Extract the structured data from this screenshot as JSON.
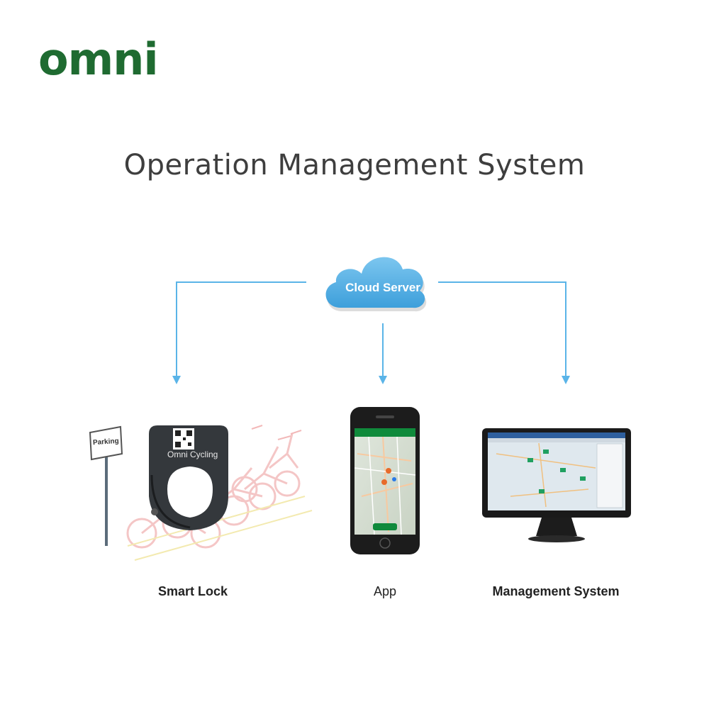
{
  "brand": {
    "logo_text": "omni",
    "logo_color": "#1f6b31"
  },
  "title": "Operation Management System",
  "cloud": {
    "label": "Cloud Server",
    "color": "#5ab4e8"
  },
  "connector_color": "#5ab4e8",
  "nodes": [
    {
      "id": "smart-lock",
      "label": "Smart Lock",
      "brand_text": "Omni Cycling",
      "sign_text": "Parking"
    },
    {
      "id": "app",
      "label": "App"
    },
    {
      "id": "management",
      "label": "Management System"
    }
  ]
}
